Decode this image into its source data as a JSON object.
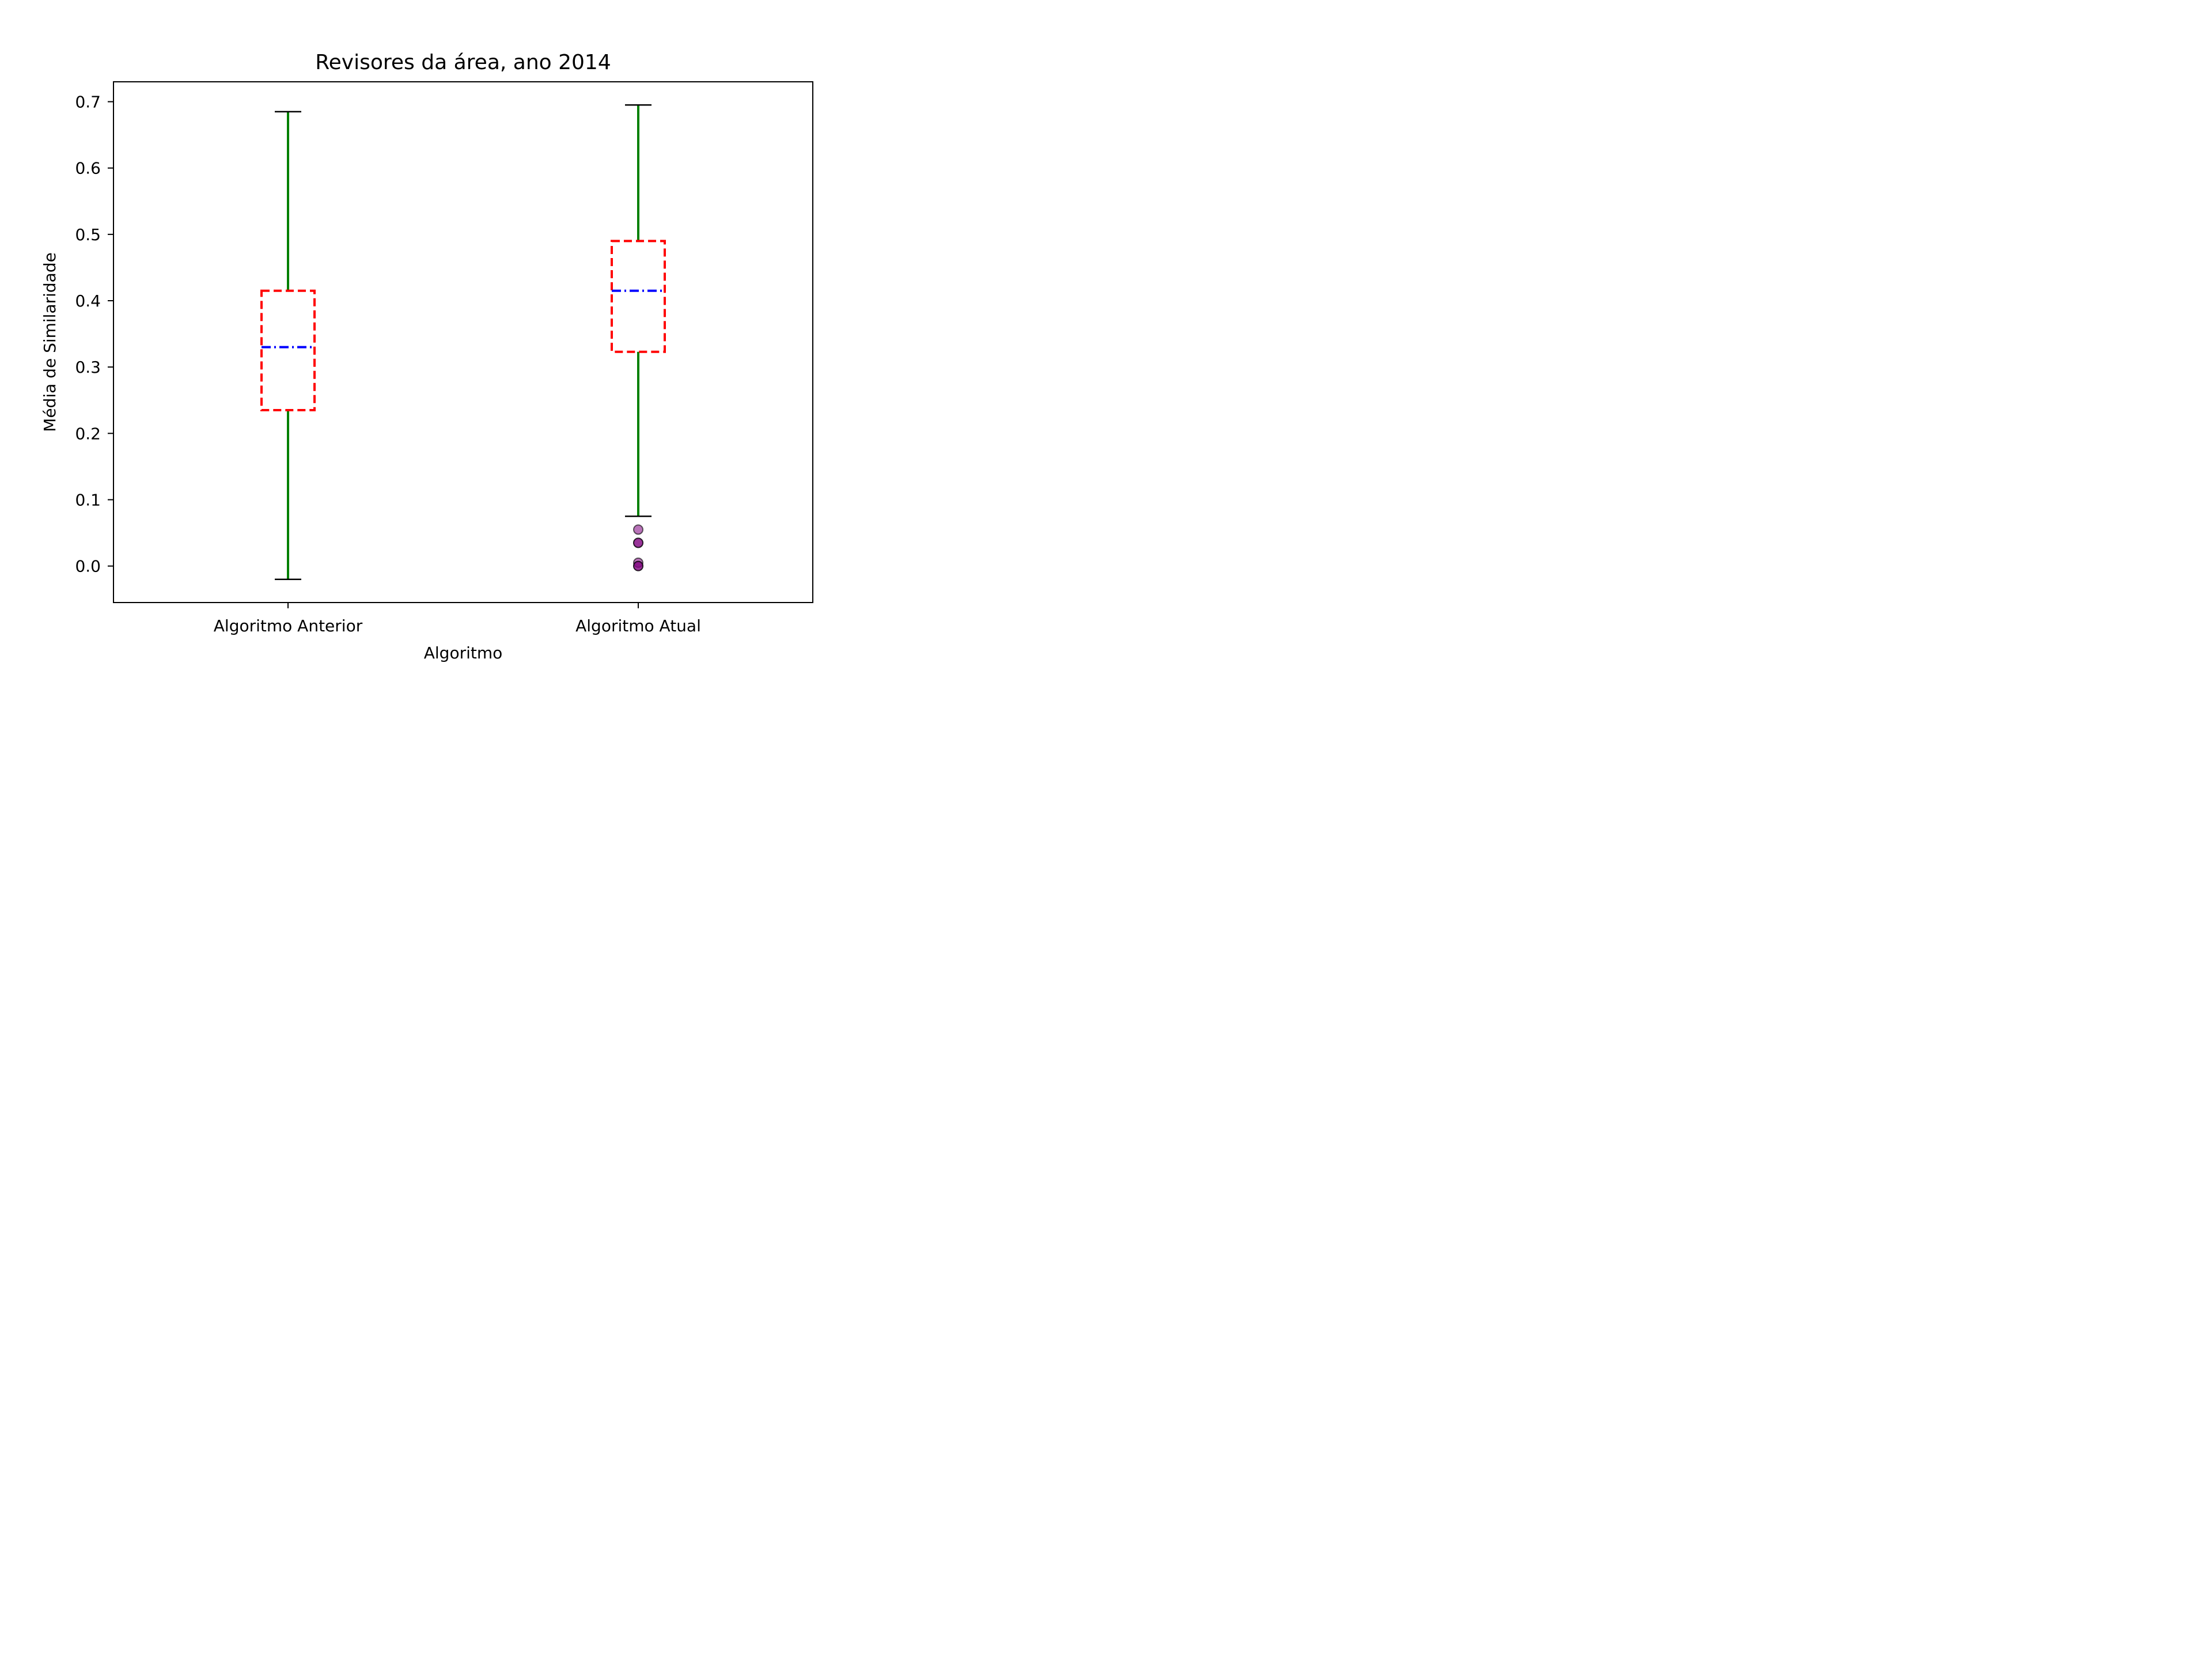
{
  "chart_data": {
    "type": "box",
    "title": "Revisores da área, ano 2014",
    "xlabel": "Algoritmo",
    "ylabel": "Média de Similaridade",
    "ylim": [
      -0.055,
      0.73
    ],
    "yticks": [
      "0.0",
      "0.1",
      "0.2",
      "0.3",
      "0.4",
      "0.5",
      "0.6",
      "0.7"
    ],
    "ytick_values": [
      0.0,
      0.1,
      0.2,
      0.3,
      0.4,
      0.5,
      0.6,
      0.7
    ],
    "categories": [
      "Algoritmo Anterior",
      "Algoritmo Atual"
    ],
    "boxes": [
      {
        "category": "Algoritmo Anterior",
        "whisker_low": -0.02,
        "q1": 0.235,
        "median": 0.33,
        "q3": 0.415,
        "whisker_high": 0.685,
        "outliers": []
      },
      {
        "category": "Algoritmo Atual",
        "whisker_low": 0.075,
        "q1": 0.323,
        "median": 0.415,
        "q3": 0.49,
        "whisker_high": 0.695,
        "outliers": [
          0.055,
          0.035,
          0.035,
          0.005,
          0.0,
          0.0
        ]
      }
    ],
    "grid": false,
    "legend": "none",
    "colors": {
      "box": "#ff0000",
      "median": "#0000ff",
      "whisker": "#008000",
      "cap": "#000000",
      "outlier_fill": "#800080",
      "outlier_edge": "#000000"
    }
  }
}
